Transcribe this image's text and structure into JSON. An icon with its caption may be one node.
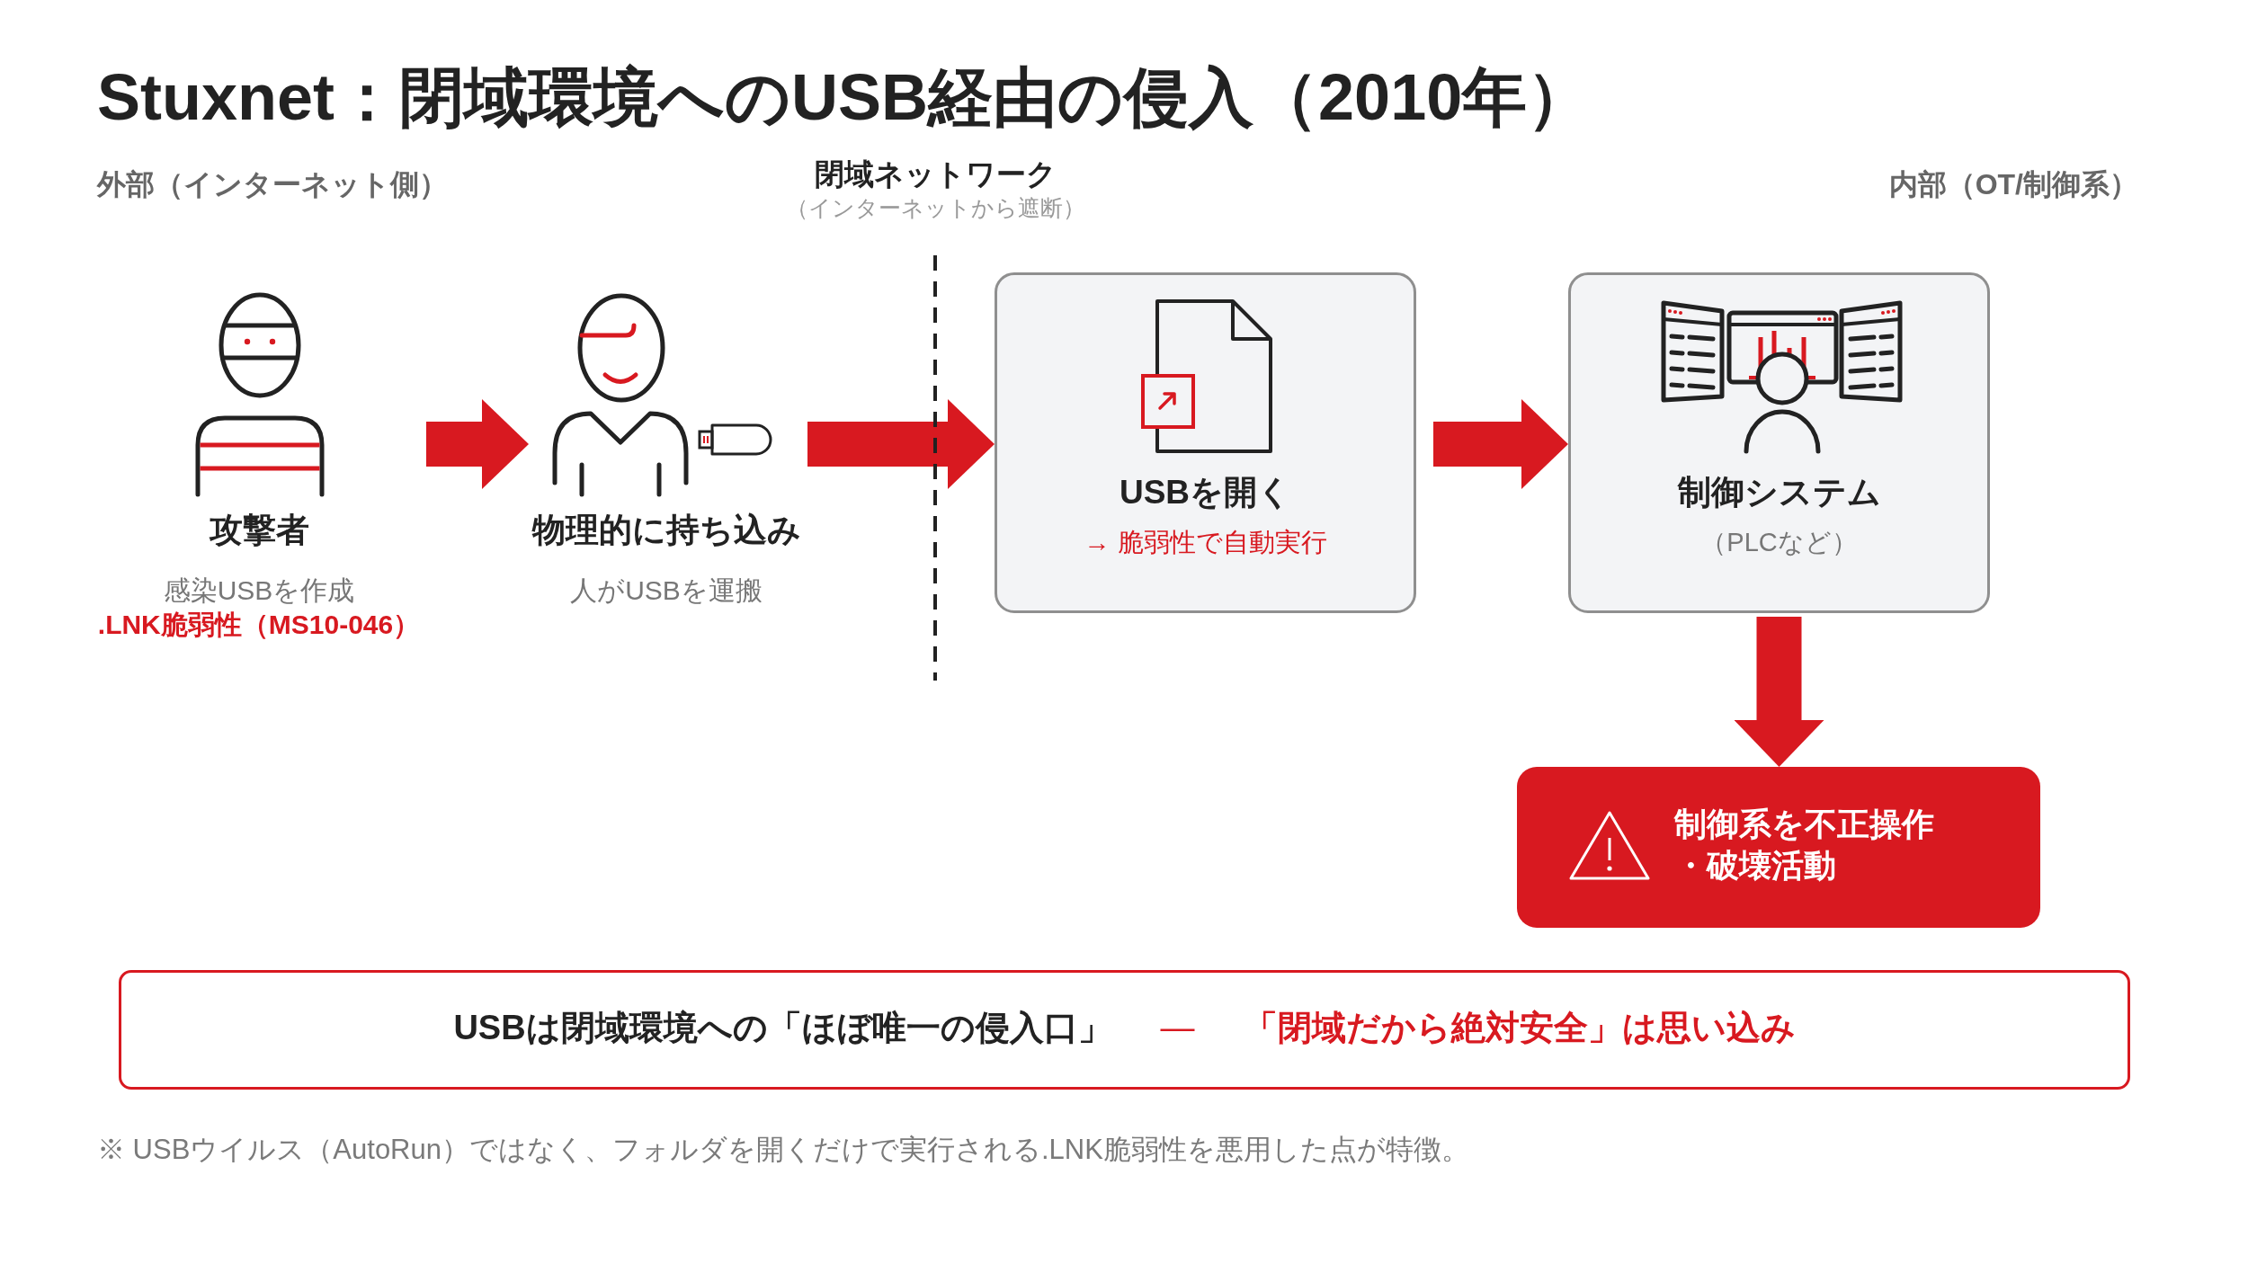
{
  "diagram": {
    "title": "Stuxnet：閉域環境へのUSB経由の侵入（2010年）",
    "nodes": [
      {
        "text": [
          "攻撃者",
          "感染USBを作成",
          ".LNK脆弱性（MS10-046）"
        ]
      },
      {
        "text": [
          "物理的に持ち込み",
          "人がUSBを運搬"
        ]
      },
      {
        "text": [
          "USBを開く",
          "→ 脆弱性で自動実行"
        ]
      },
      {
        "text": [
          "制御システム",
          "（PLCなど）"
        ]
      },
      {
        "text": [
          "制御系を不正操作・破壊活動"
        ]
      },
      {
        "text": [
          "USBは閉域環境への「ほぼ唯一の侵入口」",
          "—",
          "「閉域だから絶対安全」は思い込み"
        ]
      }
    ],
    "edges": [
      {
        "from": 0,
        "to": 1,
        "arrow": "to"
      },
      {
        "from": 1,
        "to": 2,
        "arrow": "to"
      },
      {
        "from": 2,
        "to": 3,
        "arrow": "to"
      },
      {
        "from": 3,
        "to": 4,
        "arrow": "to"
      }
    ],
    "labels": [
      "外部（インターネット側）",
      "閉域ネットワーク",
      "（インターネットから遮断）",
      "内部（OT/制御系）",
      "※ USBウイルス（AutoRun）ではなく、フォルダを開くだけで実行される.LNK脆弱性を悪用した点が特徴。"
    ]
  }
}
